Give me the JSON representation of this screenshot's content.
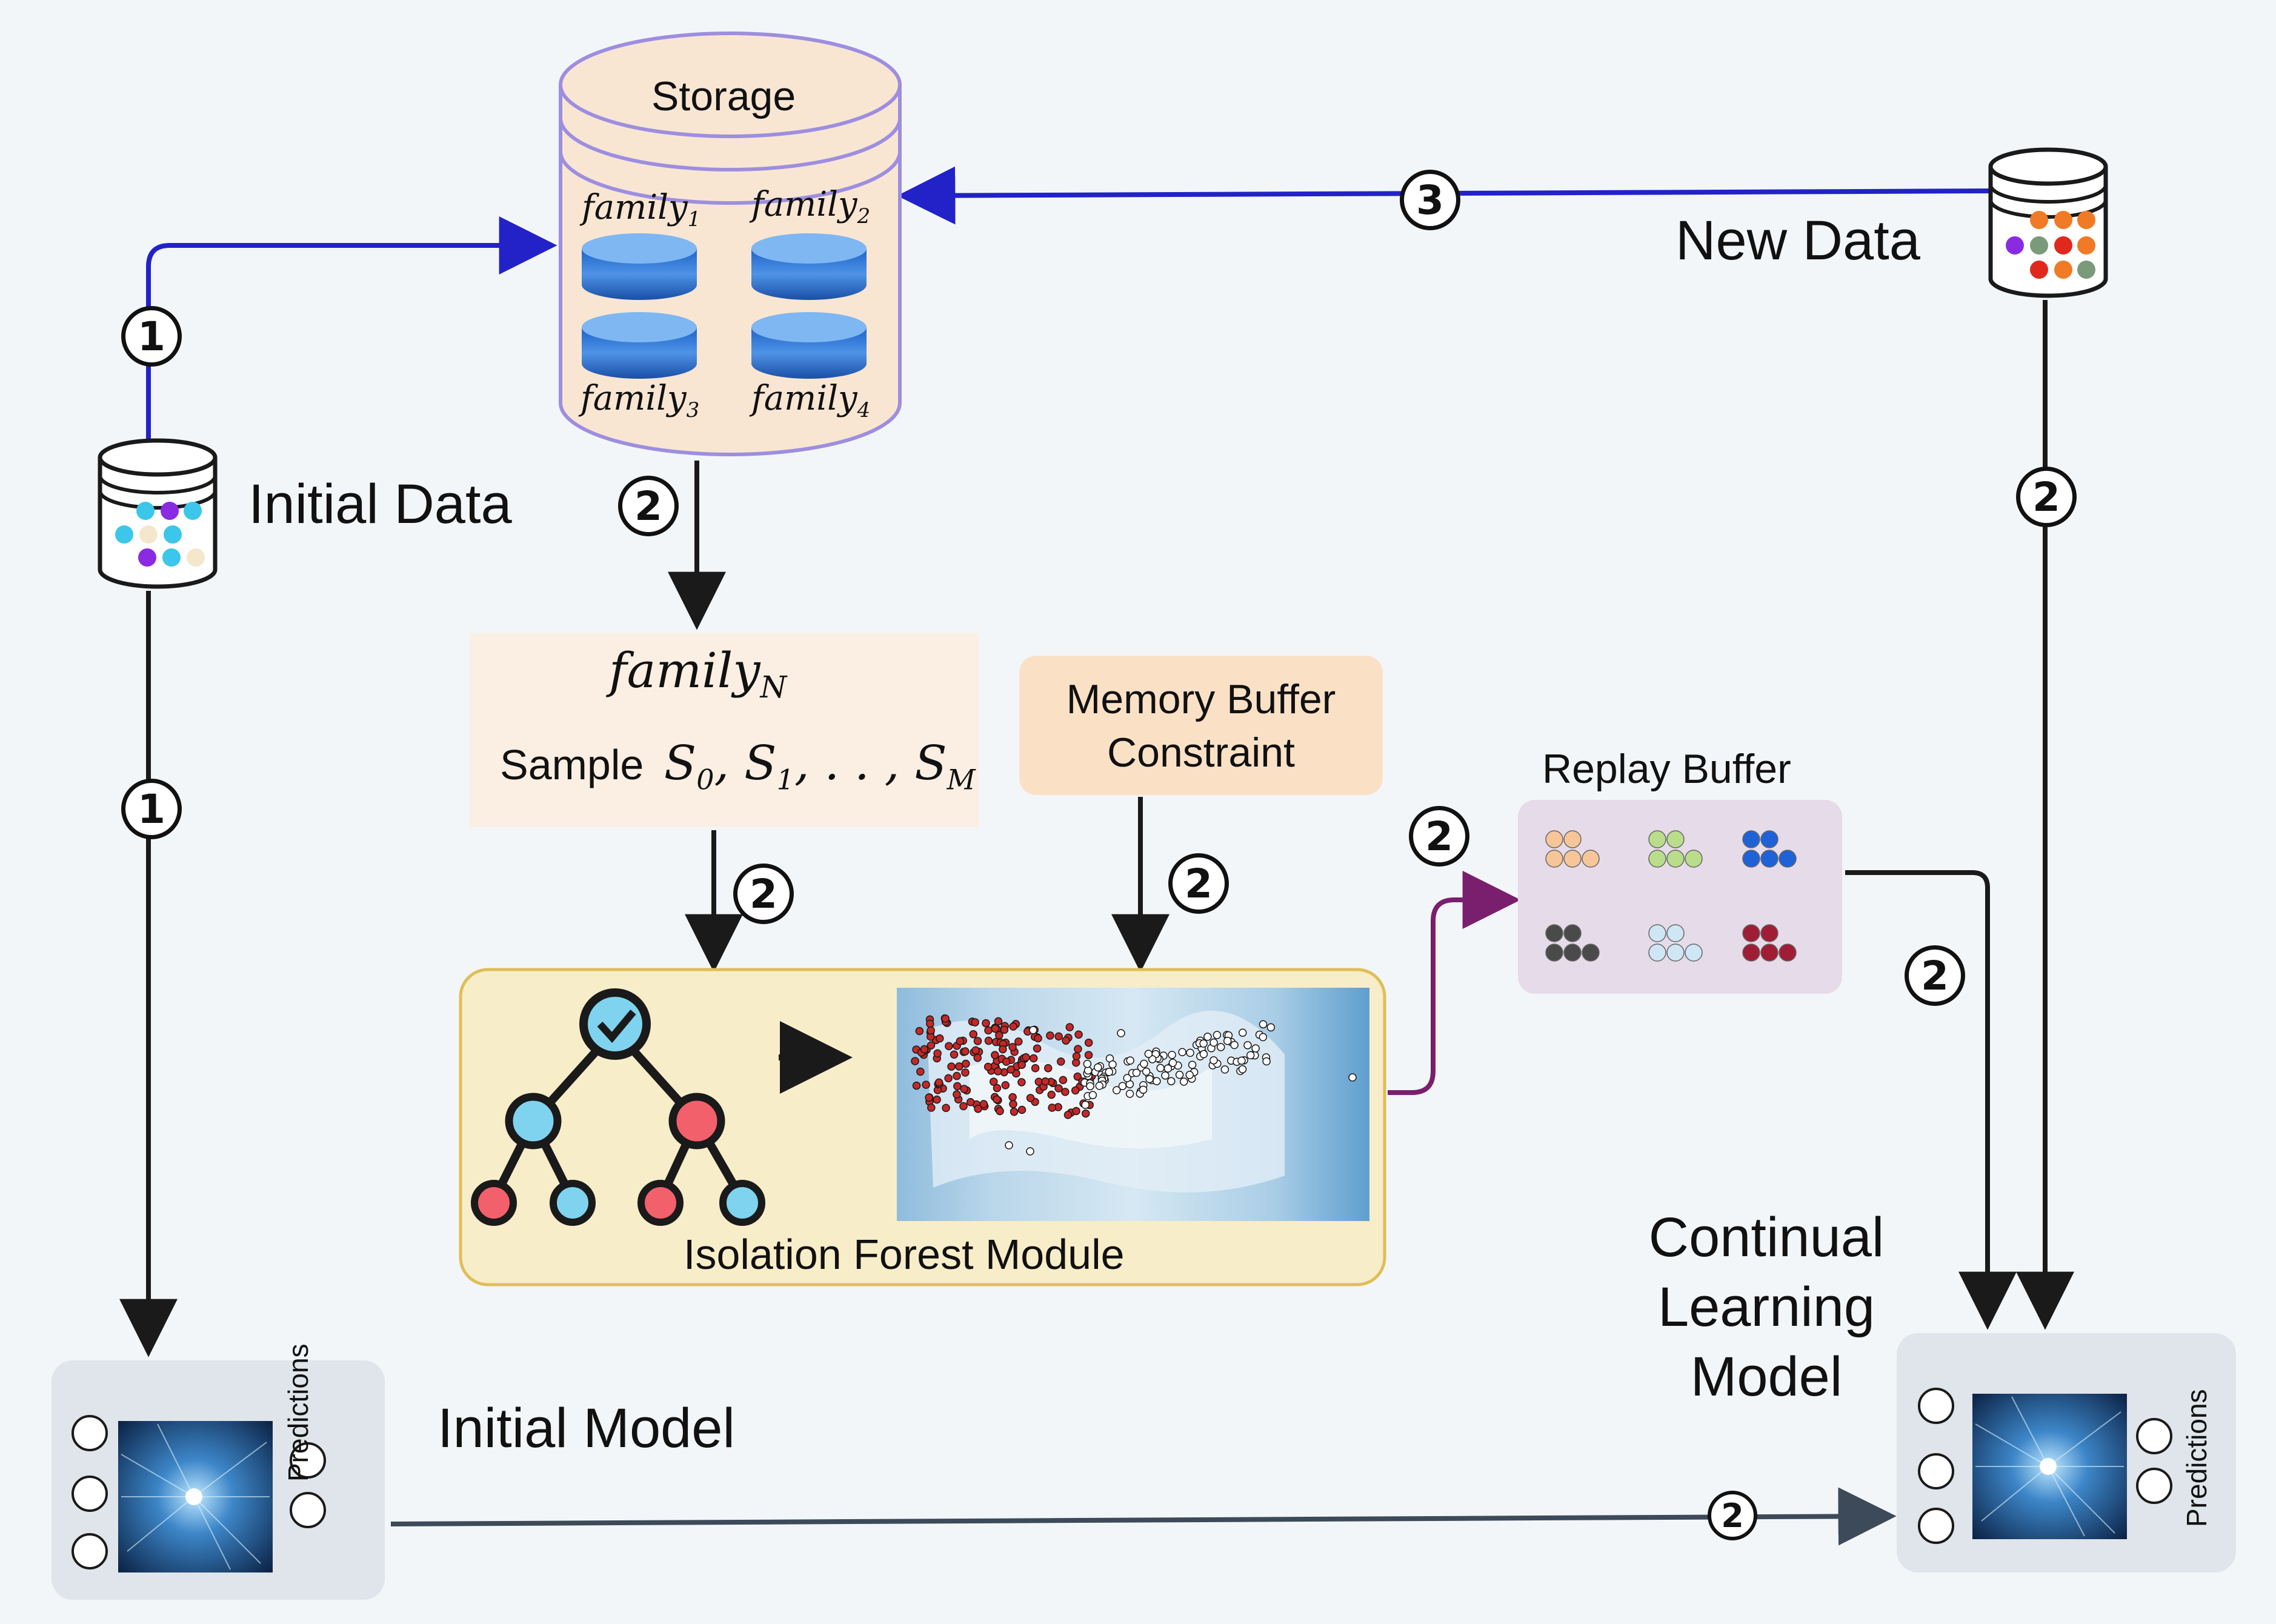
{
  "storage": {
    "title": "Storage",
    "families": [
      {
        "base": "family",
        "sub": "1"
      },
      {
        "base": "family",
        "sub": "2"
      },
      {
        "base": "family",
        "sub": "3"
      },
      {
        "base": "family",
        "sub": "4"
      }
    ]
  },
  "initial_data": {
    "label": "Initial Data"
  },
  "new_data": {
    "label": "New Data"
  },
  "sampler": {
    "family_base": "family",
    "family_sub": "N",
    "sample_prefix": "Sample",
    "sample_expr": "S",
    "sample_terms": [
      "0",
      "1",
      "M"
    ]
  },
  "memory_buffer": {
    "line1": "Memory Buffer",
    "line2": "Constraint"
  },
  "replay_buffer": {
    "title": "Replay Buffer",
    "groups": [
      {
        "color": "#f6c698",
        "filled": true
      },
      {
        "color": "#b9dd8a",
        "filled": true
      },
      {
        "color": "#1f62d8",
        "filled": true
      },
      {
        "color": "#4a4a4a",
        "filled": true
      },
      {
        "color": "#cfe6f5",
        "filled": true
      },
      {
        "color": "#a11d35",
        "filled": true
      }
    ]
  },
  "isolation_forest": {
    "label": "Isolation Forest Module"
  },
  "initial_model": {
    "label": "Initial Model",
    "side_label": "Predictions"
  },
  "continual_model": {
    "line1": "Continual",
    "line2": "Learning",
    "line3": "Model",
    "side_label": "Predictions"
  },
  "steps": {
    "one": "1",
    "two": "2",
    "three": "3"
  },
  "colors": {
    "blue_flow": "#2222c8",
    "black_flow": "#1a1a1a",
    "purple_flow": "#7a1f6e",
    "slate_flow": "#3c4a5a",
    "storage_fill": "#f8e6d3",
    "storage_stroke": "#9d8ee0",
    "sampler_fill": "#fbefe3",
    "memory_fill": "#fae1c6",
    "replay_fill": "#e6dbe8",
    "forest_fill": "#f8edc9",
    "forest_stroke": "#e0bd58",
    "model_fill": "#dfe5ea"
  }
}
